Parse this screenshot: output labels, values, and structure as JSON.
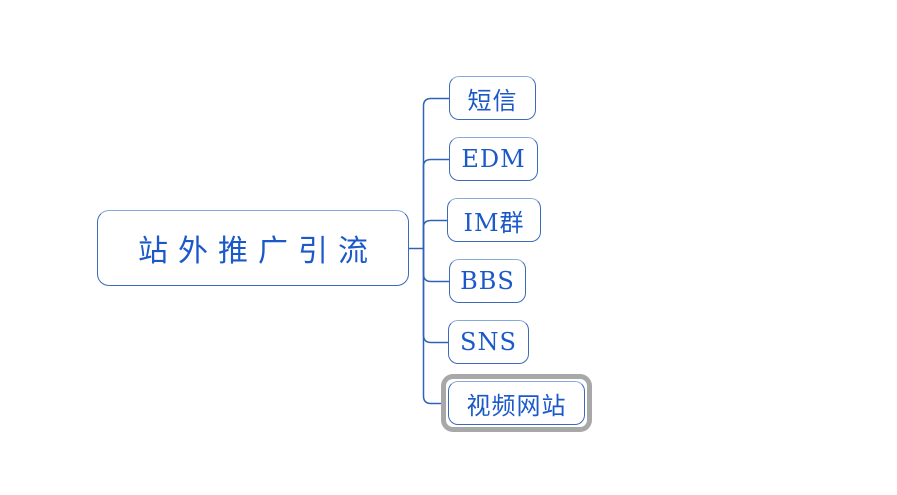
{
  "diagram": {
    "type": "mindmap",
    "root": {
      "label": "站外推广引流"
    },
    "children": [
      {
        "label": "短信",
        "selected": false
      },
      {
        "label": "EDM",
        "selected": false
      },
      {
        "label": "IM群",
        "selected": false
      },
      {
        "label": "BBS",
        "selected": false
      },
      {
        "label": "SNS",
        "selected": false
      },
      {
        "label": "视频网站",
        "selected": true
      }
    ]
  },
  "colors": {
    "background": "#ffffff",
    "node_border": "#3c6ab8",
    "node_border_top": "#88aad9",
    "topic_text": "#1b59c8",
    "connector": "#2f62b8",
    "selection_ring": "#a8a8a8"
  }
}
